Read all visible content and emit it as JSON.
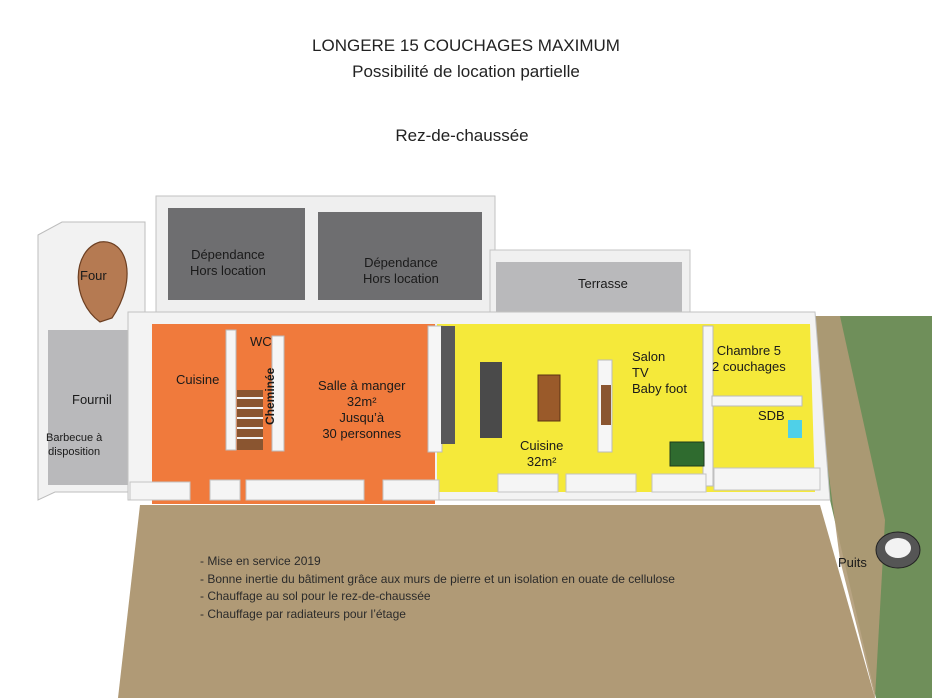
{
  "header": {
    "title": "LONGERE    15 COUCHAGES MAXIMUM",
    "subtitle": "Possibilité de location partielle",
    "floor": "Rez-de-chaussée"
  },
  "rooms": {
    "four": "Four",
    "fournil": "Fournil",
    "barbecue": [
      "Barbecue à",
      "disposition"
    ],
    "dependance1": [
      "Dépendance",
      "Hors location"
    ],
    "dependance2": [
      "Dépendance",
      "Hors location"
    ],
    "terrasse": "Terrasse",
    "cuisine_orange": "Cuisine",
    "wc": "WC",
    "cheminee": "Cheminée",
    "salle_a_manger": [
      "Salle à manger",
      "32m²",
      "Jusqu’à",
      "30 personnes"
    ],
    "salon": [
      "Salon",
      "TV",
      "Baby foot"
    ],
    "cuisine_jaune": [
      "Cuisine",
      "32m²"
    ],
    "chambre5": [
      "Chambre 5",
      "2 couchages"
    ],
    "sdb": "SDB",
    "puits": "Puits"
  },
  "notes": [
    "- Mise en service 2019",
    "- Bonne inertie du bâtiment grâce aux murs de pierre et un isolation en ouate de cellulose",
    "- Chauffage au sol pour le rez-de-chaussée",
    "- Chauffage par radiateurs pour l’étage"
  ],
  "colors": {
    "ground": "#b09a76",
    "grass": "#6f8f5a",
    "orange_zone": "#f07a3c",
    "yellow_zone": "#f5e93a",
    "dark_room": "#6e6e70",
    "light_room": "#b9b9bb",
    "wall": "#f4f4f4",
    "oven": "#b57a52"
  }
}
